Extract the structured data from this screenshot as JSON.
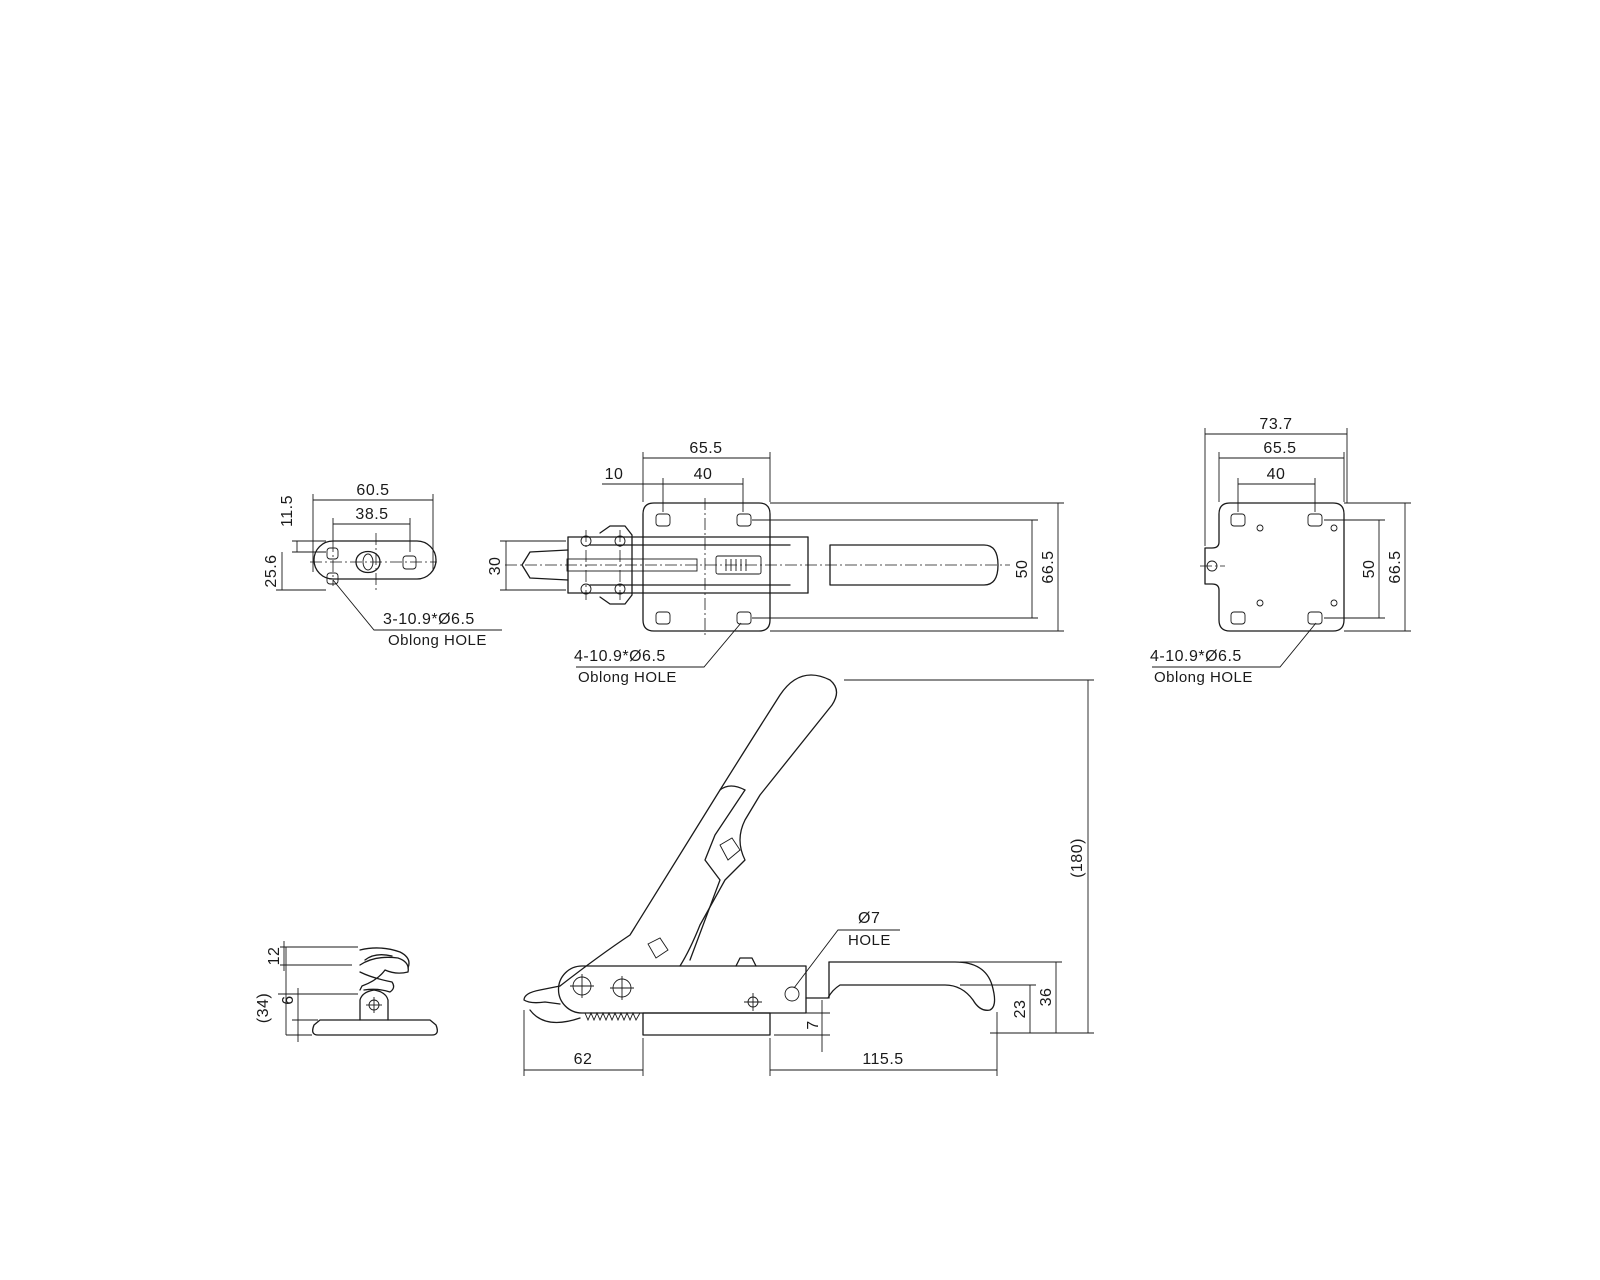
{
  "side_view": {
    "dim_width_total": "60.5",
    "dim_width_inner": "38.5",
    "dim_height_top": "11.5",
    "dim_height_total": "25.6",
    "hole_callout": "3-10.9*Ø6.5",
    "hole_type": "Oblong HOLE"
  },
  "top_view": {
    "dim_base_width": "65.5",
    "dim_offset": "10",
    "dim_hole_spacing": "40",
    "dim_arm_width": "30",
    "dim_hole_rows": "50",
    "dim_base_depth": "66.5",
    "hole_callout": "4-10.9*Ø6.5",
    "hole_type": "Oblong HOLE"
  },
  "base_view": {
    "dim_overall": "73.7",
    "dim_base_width": "65.5",
    "dim_hole_spacing": "40",
    "dim_hole_rows": "50",
    "dim_base_depth": "66.5",
    "hole_callout": "4-10.9*Ø6.5",
    "hole_type": "Oblong HOLE"
  },
  "front_view": {
    "dim_open_height": "(180)",
    "pivot_hole": "Ø7",
    "pivot_hole_label": "HOLE",
    "dim_hook_reach": "62",
    "dim_handle_length": "115.5",
    "dim_base_thickness": "7",
    "dim_pivot_height": "23",
    "dim_handle_height": "36"
  },
  "end_view": {
    "dim_head": "12",
    "dim_gap": "6",
    "dim_height": "(34)"
  }
}
